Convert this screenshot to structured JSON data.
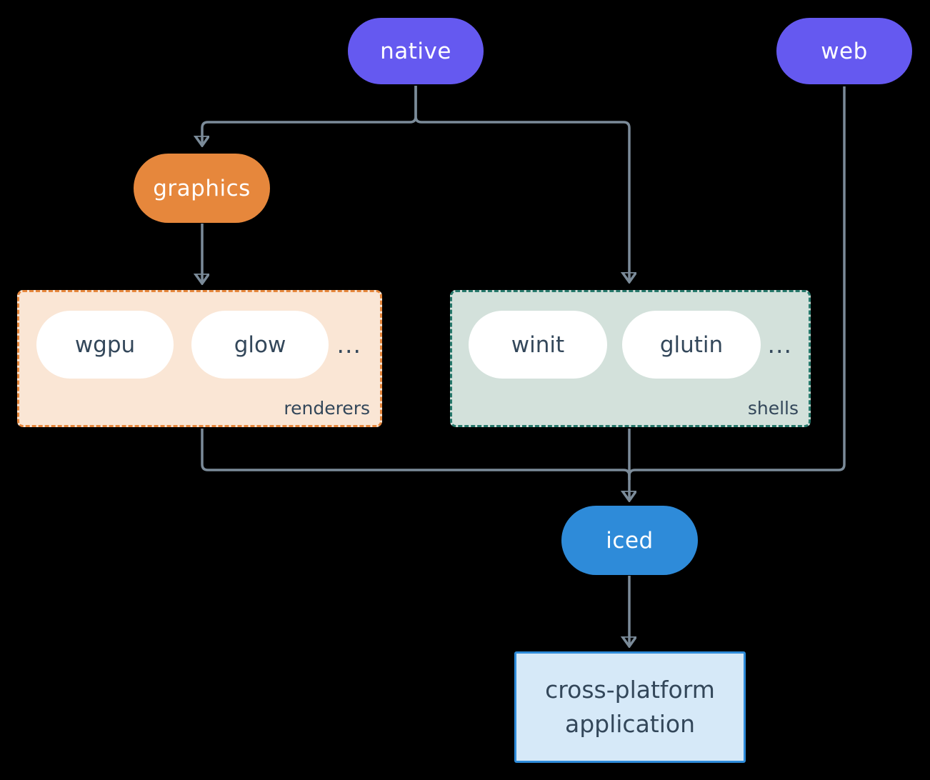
{
  "nodes": {
    "native": {
      "label": "native"
    },
    "web": {
      "label": "web"
    },
    "graphics": {
      "label": "graphics"
    },
    "iced": {
      "label": "iced"
    },
    "application": {
      "label": "cross-platform application"
    }
  },
  "groups": {
    "renderers": {
      "label": "renderers",
      "items": [
        {
          "label": "wgpu"
        },
        {
          "label": "glow"
        }
      ],
      "more": "..."
    },
    "shells": {
      "label": "shells",
      "items": [
        {
          "label": "winit"
        },
        {
          "label": "glutin"
        }
      ],
      "more": "..."
    }
  },
  "edges": [
    {
      "from": "native",
      "to": "graphics"
    },
    {
      "from": "native",
      "to": "shells"
    },
    {
      "from": "graphics",
      "to": "renderers"
    },
    {
      "from": "renderers",
      "to": "iced"
    },
    {
      "from": "shells",
      "to": "iced"
    },
    {
      "from": "web",
      "to": "iced"
    },
    {
      "from": "iced",
      "to": "application"
    }
  ],
  "colors": {
    "background": "#000000",
    "native_web_fill": "#6559F0",
    "graphics_fill": "#E6873C",
    "iced_fill": "#2E8BD9",
    "renderers_bg": "#FAE6D5",
    "renderers_border": "#E6873C",
    "shells_bg": "#D3E1DB",
    "shells_border": "#26786B",
    "application_bg": "#D6E9F8",
    "application_border": "#2E8BD9",
    "inner_pill_fill": "#FFFFFF",
    "dark_text": "#33475A",
    "light_text": "#FFFFFF",
    "connector": "#7B8B99"
  }
}
